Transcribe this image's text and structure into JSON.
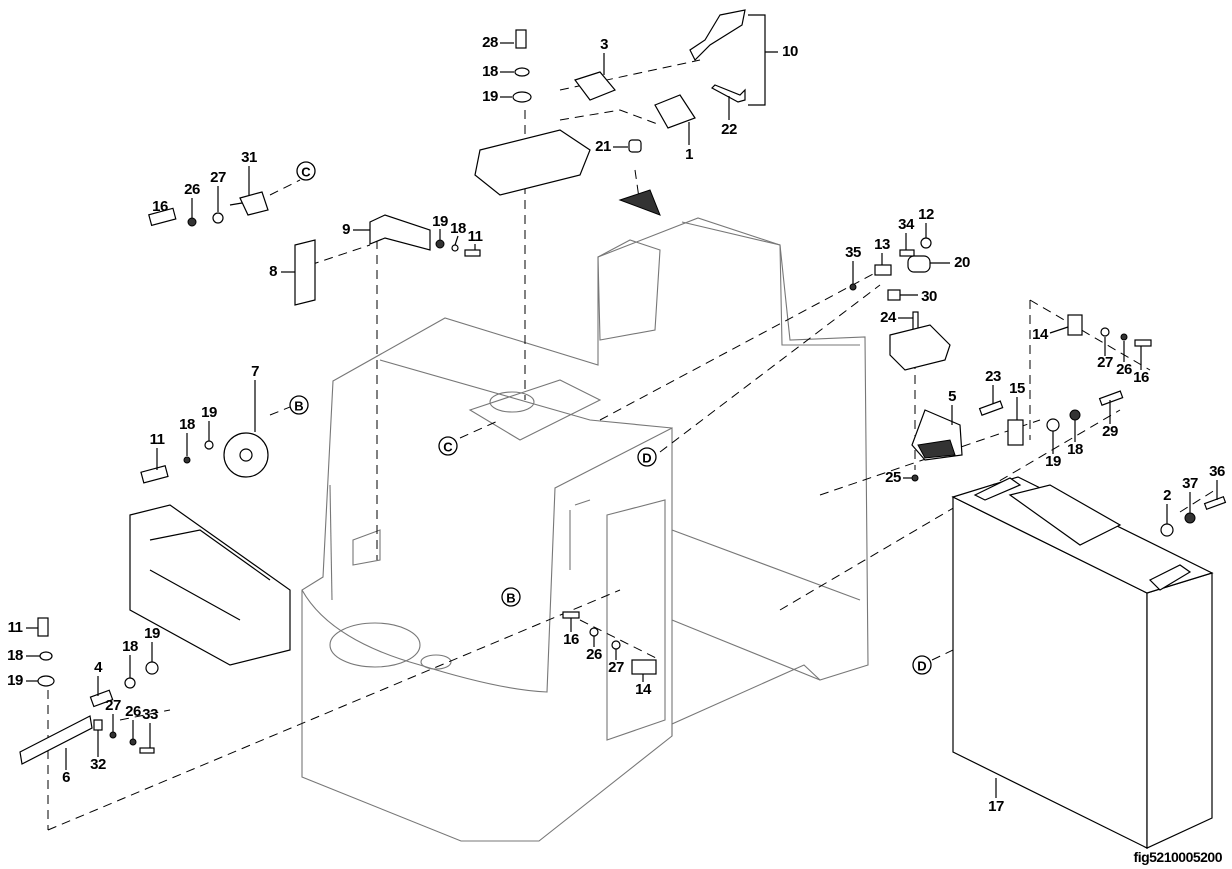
{
  "figure_id": "fig5210005200",
  "callouts": [
    "28",
    "18",
    "19",
    "3",
    "10",
    "22",
    "1",
    "21",
    "31",
    "16",
    "26",
    "27",
    "9",
    "19",
    "18",
    "11",
    "8",
    "7",
    "11",
    "18",
    "19",
    "35",
    "13",
    "34",
    "12",
    "20",
    "30",
    "24",
    "14",
    "27",
    "26",
    "16",
    "23",
    "15",
    "5",
    "29",
    "19",
    "18",
    "25",
    "2",
    "37",
    "36",
    "16",
    "26",
    "27",
    "14",
    "11",
    "18",
    "19",
    "4",
    "18",
    "19",
    "27",
    "26",
    "33",
    "32",
    "6",
    "17"
  ],
  "reference_markers": [
    "C",
    "B",
    "C",
    "D",
    "B",
    "D"
  ],
  "colors": {
    "line": "#000000",
    "body_outline": "#777777",
    "background": "#ffffff"
  }
}
